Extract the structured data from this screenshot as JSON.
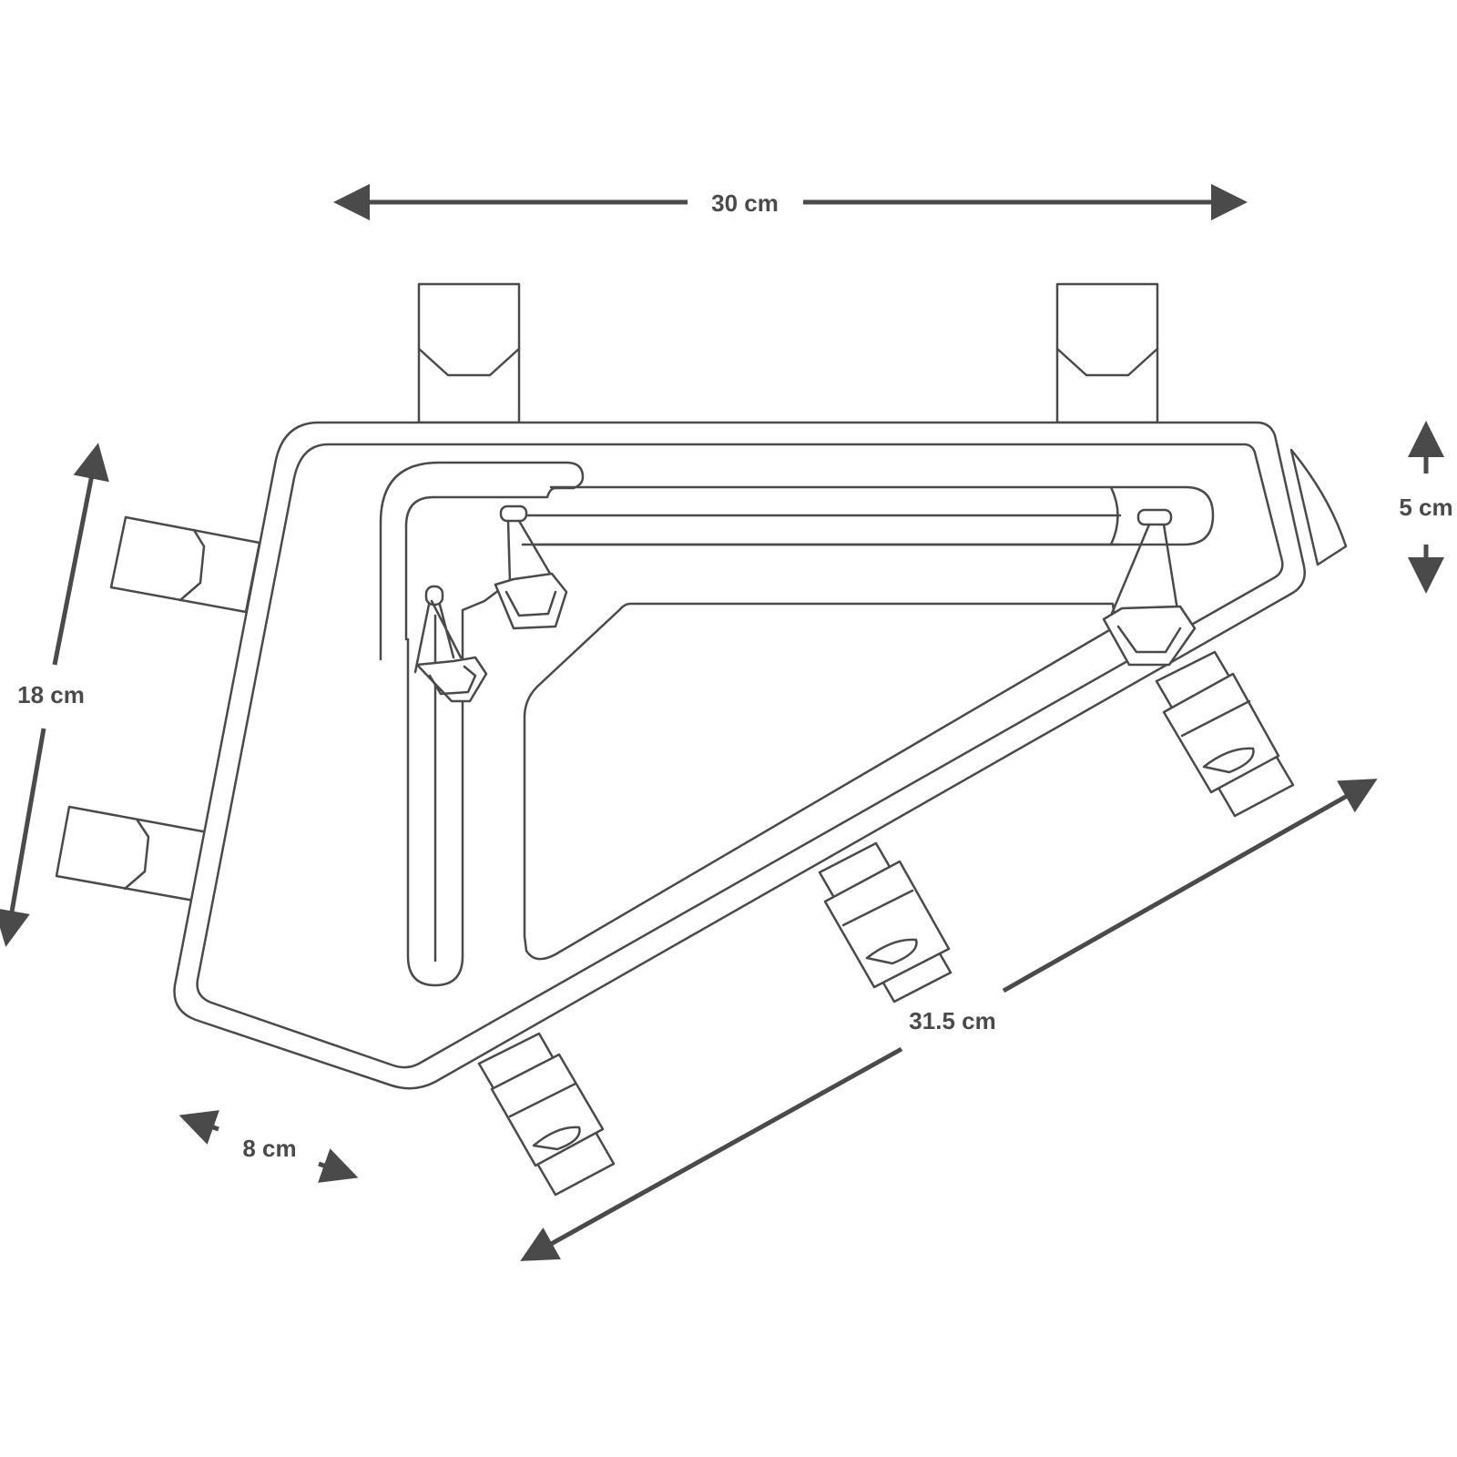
{
  "dimensions": {
    "top_width": "30 cm",
    "height": "18 cm",
    "depth_front": "5 cm",
    "bottom_length": "31.5 cm",
    "depth_bottom": "8 cm"
  },
  "colors": {
    "outline": "#4a4a4a",
    "arrow": "#4a4a4a",
    "background": "#ffffff"
  }
}
